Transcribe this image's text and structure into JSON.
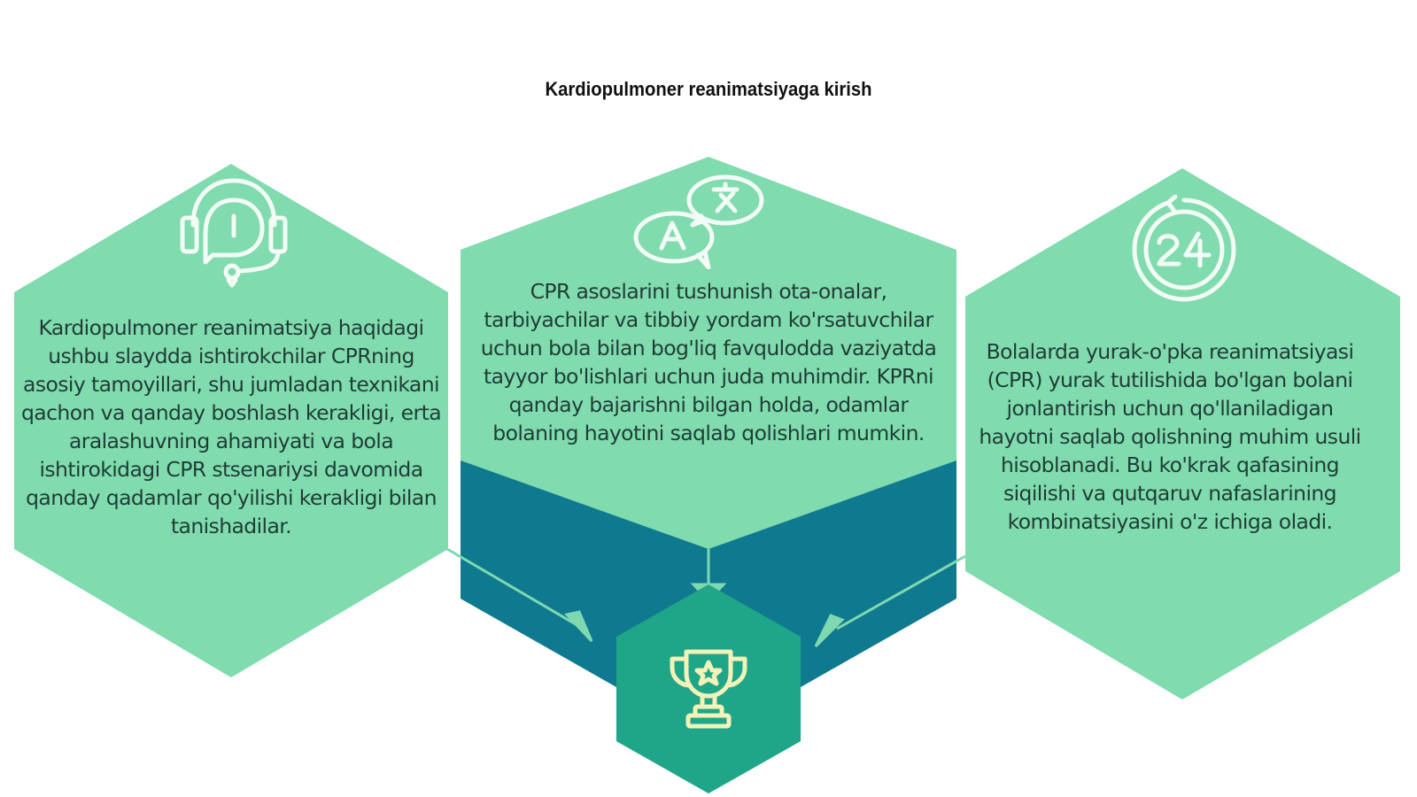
{
  "title": "Kardiopulmoner reanimatsiyaga kirish",
  "colors": {
    "hex_green": "#80DBAE",
    "teal_dark": "#0F7A8F",
    "trophy_hex": "#1FA688",
    "icon_stroke": "#F2FBF5",
    "trophy_stroke": "#F4F1B9"
  },
  "nodes": [
    {
      "id": "left",
      "icon": "headset-alert-icon",
      "text": "Kardiopulmoner reanimatsiya haqidagi ushbu slaydda ishtirokchilar CPRning asosiy tamoyillari, shu jumladan texnikani qachon va qanday boshlash kerakligi, erta aralashuvning ahamiyati va bola ishtirokidagi CPR stsenariysi davomida qanday qadamlar qo'yilishi kerakligi bilan tanishadilar."
    },
    {
      "id": "middle",
      "icon": "translate-bubbles-icon",
      "text": "CPR asoslarini tushunish ota-onalar, tarbiyachilar va tibbiy yordam ko'rsatuvchilar uchun bola bilan bog'liq favqulodda vaziyatda tayyor bo'lishlari uchun juda muhimdir. KPRni qanday bajarishni bilgan holda, odamlar bolaning hayotini saqlab qolishlari mumkin."
    },
    {
      "id": "right",
      "icon": "24-hours-icon",
      "text": "Bolalarda yurak-o'pka reanimatsiyasi (CPR) yurak tutilishida bo'lgan bolani jonlantirish uchun qo'llaniladigan hayotni saqlab qolishning muhim usuli hisoblanadi. Bu ko'krak qafasining siqilishi va qutqaruv nafaslarining kombinatsiyasini o'z ichiga oladi."
    }
  ],
  "center": {
    "icon": "trophy-icon"
  }
}
